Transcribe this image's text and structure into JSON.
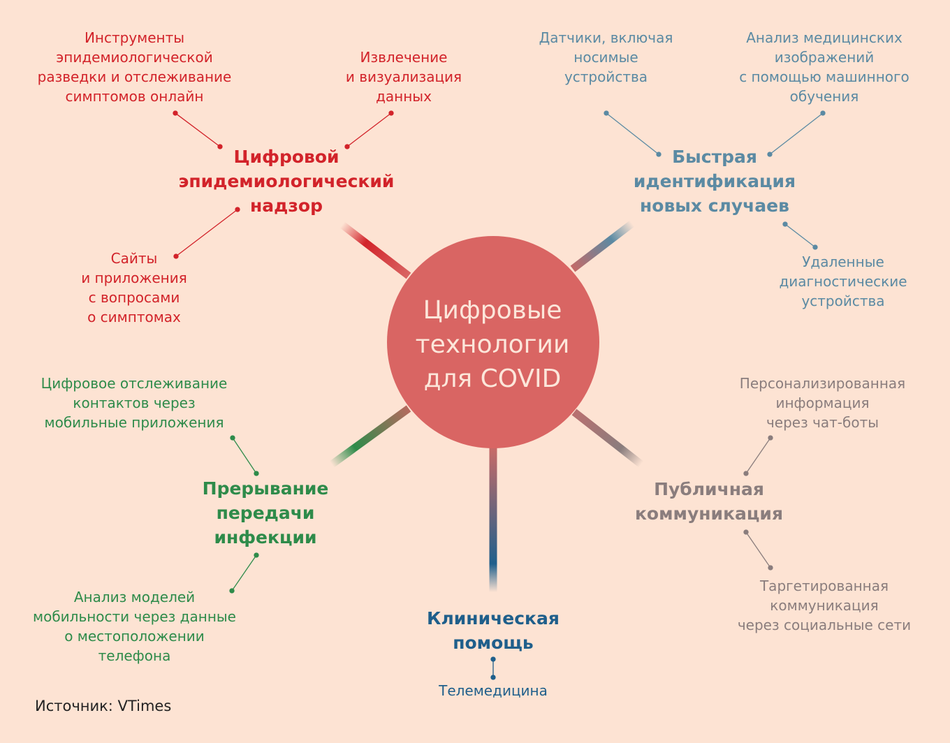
{
  "colors": {
    "background": "#fde3d3",
    "hub": "#d96563",
    "surveillance": "#d2232a",
    "identification": "#5b8aa3",
    "transmission": "#2e8b4a",
    "clinical": "#1f5f8b",
    "communication": "#8a7d7d"
  },
  "center": {
    "label": "Цифровые\nтехнологии\nдля COVID"
  },
  "surveillance": {
    "title": "Цифровой\nэпидемиологический\nнадзор",
    "items": [
      "Инструменты\nэпидемиологической\nразведки и отслеживание\nсимптомов онлайн",
      "Извлечение\nи визуализация\nданных",
      "Сайты\nи приложения\nс вопросами\nо симптомах"
    ]
  },
  "identification": {
    "title": "Быстрая\nидентификация\nновых случаев",
    "items": [
      "Датчики, включая\nносимые\nустройства",
      "Анализ медицинских\nизображений\nс помощью машинного\nобучения",
      "Удаленные\nдиагностические\nустройства"
    ]
  },
  "transmission": {
    "title": "Прерывание\nпередачи\nинфекции",
    "items": [
      "Цифровое отслеживание\nконтактов через\nмобильные приложения",
      "Анализ моделей\nмобильности через данные\nо местоположении\nтелефона"
    ]
  },
  "clinical": {
    "title": "Клиническая\nпомощь",
    "items": [
      "Телемедицина"
    ]
  },
  "communication": {
    "title": "Публичная\nкоммуникация",
    "items": [
      "Персонализированная\nинформация\nчерез чат-боты",
      "Таргетированная\nкоммуникация\nчерез социальные сети"
    ]
  },
  "source": "Источник: VTimes"
}
